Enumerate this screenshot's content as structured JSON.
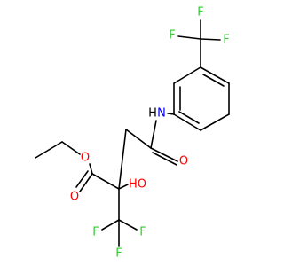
{
  "molecule": {
    "colors": {
      "bond": "#000000",
      "O": "#ff0000",
      "N": "#0000ff",
      "F": "#33cc33",
      "H_on_N": "#000000",
      "H_on_O": "#ff0000"
    },
    "labels": {
      "F_top_left": "F",
      "F_top_right": "F",
      "F_top_bottom": "F",
      "NH_H": "H",
      "NH_N": "N",
      "amide_O": "O",
      "ester_O_chain": "O",
      "ester_O_carbonyl": "O",
      "hydroxyl": "HO",
      "F_bottom_left": "F",
      "F_bottom_right": "F",
      "F_bottom_bottom": "F"
    }
  }
}
